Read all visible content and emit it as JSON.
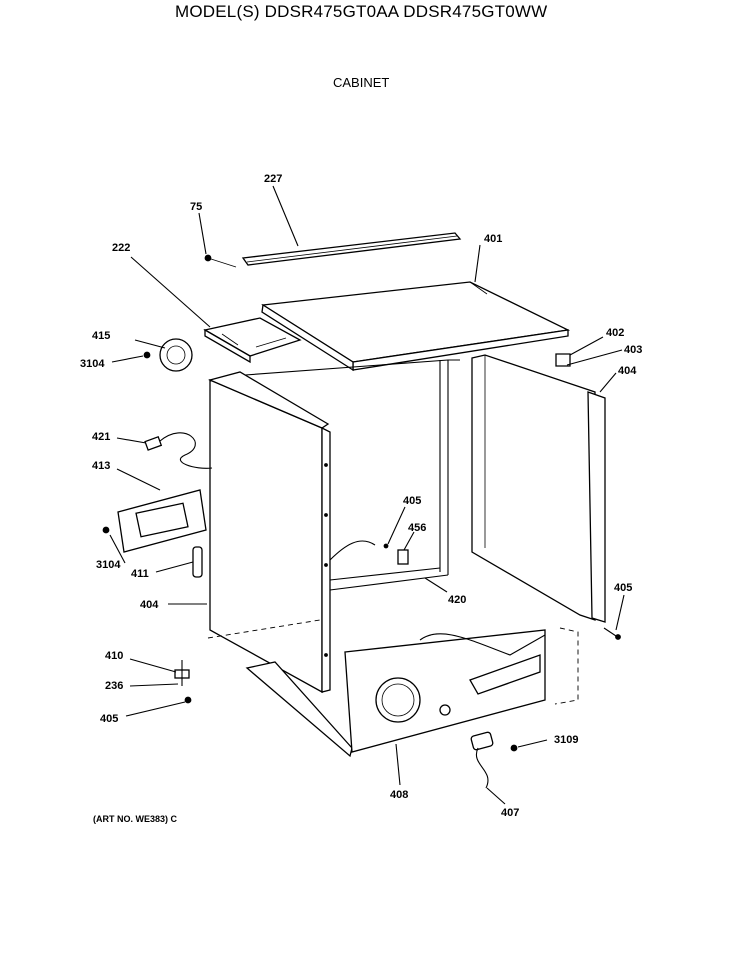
{
  "header": {
    "model_line": "MODEL(S) DDSR475GT0AA  DDSR475GT0WW",
    "section_title": "CABINET"
  },
  "footer": {
    "art_number": "(ART NO. WE383) C"
  },
  "callouts": {
    "c227": "227",
    "c75": "75",
    "c222": "222",
    "c401": "401",
    "c415": "415",
    "c3104a": "3104",
    "c402": "402",
    "c403": "403",
    "c404a": "404",
    "c421": "421",
    "c413": "413",
    "c405a": "405",
    "c456": "456",
    "c3104b": "3104",
    "c411": "411",
    "c404b": "404",
    "c420": "420",
    "c405b": "405",
    "c410": "410",
    "c236": "236",
    "c405c": "405",
    "c3109": "3109",
    "c408": "408",
    "c407": "407"
  }
}
